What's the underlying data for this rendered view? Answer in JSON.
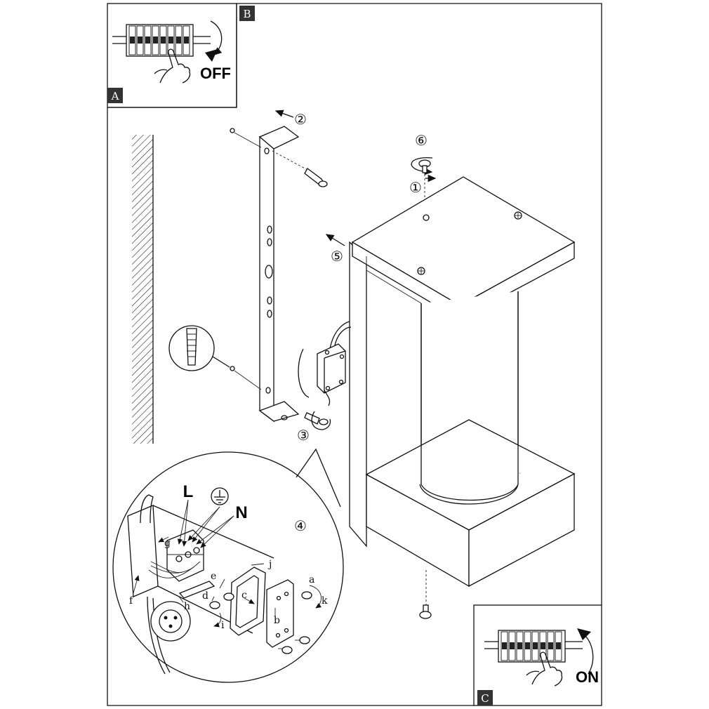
{
  "panels": {
    "a": {
      "tag": "A",
      "action": "OFF"
    },
    "b": {
      "tag": "B"
    },
    "c": {
      "tag": "C",
      "action": "ON"
    }
  },
  "steps": [
    "①",
    "②",
    "③",
    "④",
    "⑤",
    "⑥"
  ],
  "wiring": {
    "live": "L",
    "neutral": "N",
    "parts": [
      "a",
      "b",
      "c",
      "d",
      "e",
      "f",
      "g",
      "h",
      "i",
      "j",
      "k"
    ]
  },
  "icons": {
    "ground": "ground-symbol-icon",
    "breaker": "circuit-breaker-icon",
    "hand": "hand-icon",
    "screw": "screw-icon",
    "anchor": "wall-plug-icon"
  }
}
